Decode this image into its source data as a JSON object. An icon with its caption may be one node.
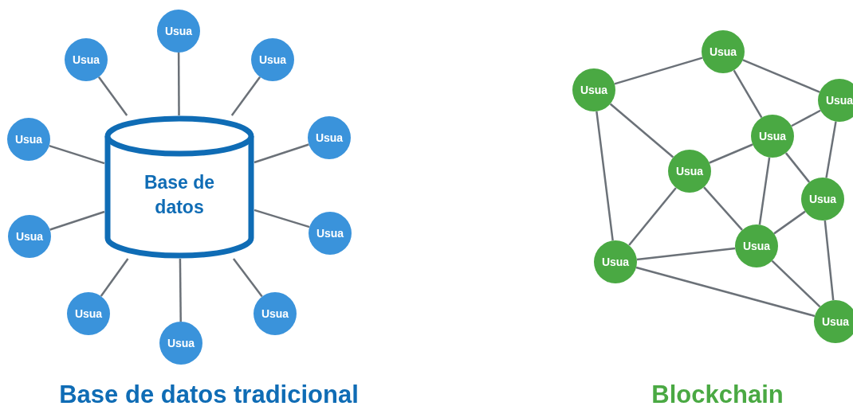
{
  "diagram": {
    "nodes": [
      {
        "text": [
          "Base de datos"
        ]
      },
      {
        "text": [
          "Usua"
        ]
      },
      {
        "text": [
          "Usua"
        ]
      },
      {
        "text": [
          "Usua"
        ]
      },
      {
        "text": [
          "Usua"
        ]
      },
      {
        "text": [
          "Usua"
        ]
      },
      {
        "text": [
          "Usua"
        ]
      },
      {
        "text": [
          "Usua"
        ]
      },
      {
        "text": [
          "Usua"
        ]
      },
      {
        "text": [
          "Usua"
        ]
      },
      {
        "text": [
          "Usua"
        ]
      },
      {
        "text": [
          "Usua"
        ]
      },
      {
        "text": [
          "Usua"
        ]
      },
      {
        "text": [
          "Usua"
        ]
      },
      {
        "text": [
          "Usua"
        ]
      },
      {
        "text": [
          "Usua"
        ]
      },
      {
        "text": [
          "Usua"
        ]
      },
      {
        "text": [
          "Usua"
        ]
      },
      {
        "text": [
          "Usua"
        ]
      },
      {
        "text": [
          "Usua"
        ]
      }
    ],
    "edges": [
      {
        "from": 1,
        "to": 0,
        "arrow": "none"
      },
      {
        "from": 2,
        "to": 0,
        "arrow": "none"
      },
      {
        "from": 3,
        "to": 0,
        "arrow": "none"
      },
      {
        "from": 4,
        "to": 0,
        "arrow": "none"
      },
      {
        "from": 5,
        "to": 0,
        "arrow": "none"
      },
      {
        "from": 6,
        "to": 0,
        "arrow": "none"
      },
      {
        "from": 7,
        "to": 0,
        "arrow": "none"
      },
      {
        "from": 8,
        "to": 0,
        "arrow": "none"
      },
      {
        "from": 9,
        "to": 0,
        "arrow": "none"
      },
      {
        "from": 10,
        "to": 0,
        "arrow": "none"
      },
      {
        "from": 11,
        "to": 12,
        "arrow": "none"
      },
      {
        "from": 11,
        "to": 15,
        "arrow": "none"
      },
      {
        "from": 11,
        "to": 18,
        "arrow": "none"
      },
      {
        "from": 12,
        "to": 13,
        "arrow": "none"
      },
      {
        "from": 12,
        "to": 14,
        "arrow": "none"
      },
      {
        "from": 13,
        "to": 14,
        "arrow": "none"
      },
      {
        "from": 13,
        "to": 16,
        "arrow": "none"
      },
      {
        "from": 14,
        "to": 15,
        "arrow": "none"
      },
      {
        "from": 14,
        "to": 17,
        "arrow": "none"
      },
      {
        "from": 14,
        "to": 16,
        "arrow": "none"
      },
      {
        "from": 15,
        "to": 17,
        "arrow": "none"
      },
      {
        "from": 15,
        "to": 18,
        "arrow": "none"
      },
      {
        "from": 17,
        "to": 16,
        "arrow": "none"
      },
      {
        "from": 17,
        "to": 18,
        "arrow": "none"
      },
      {
        "from": 17,
        "to": 19,
        "arrow": "none"
      },
      {
        "from": 18,
        "to": 19,
        "arrow": "none"
      },
      {
        "from": 16,
        "to": 19,
        "arrow": "none"
      }
    ],
    "labels": [
      "Base de datos tradicional",
      "Blockchain"
    ]
  }
}
